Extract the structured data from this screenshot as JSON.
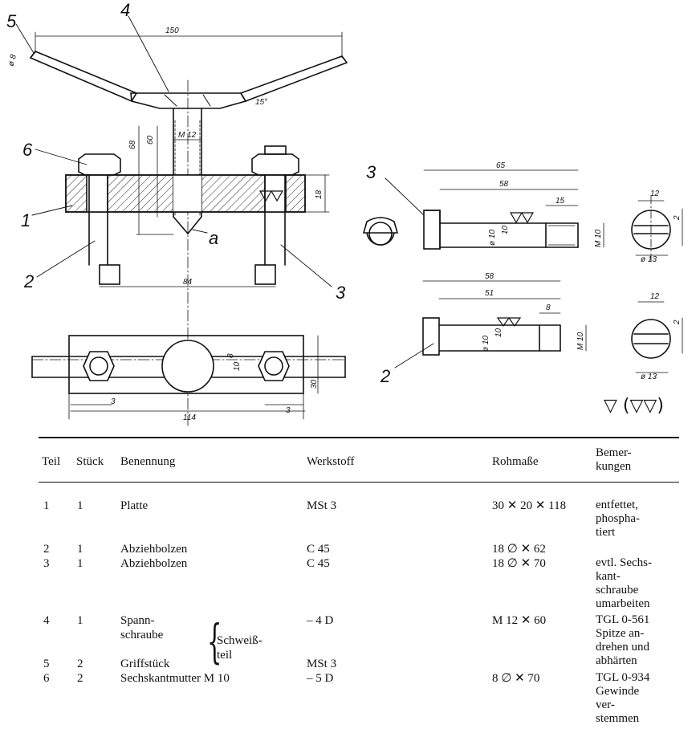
{
  "drawing": {
    "part_numbers": [
      "1",
      "2",
      "3",
      "4",
      "5",
      "6",
      "a",
      "3",
      "2"
    ],
    "dimensions": {
      "d150": "150",
      "d8a": "ø 8",
      "d15deg": "15°",
      "m12": "M 12",
      "d68": "68",
      "d60": "60",
      "d18": "18",
      "d84": "84",
      "d30": "30",
      "d114": "114",
      "d3a": "3",
      "d3b": "3",
      "d10a": "10",
      "d8b": "8",
      "d65": "65",
      "d58a": "58",
      "d15b": "15",
      "phi10a": "ø 10",
      "f10a": "10",
      "m10a": "M 10",
      "d12a": "12",
      "d2a": "2",
      "phi13a": "ø 13",
      "d58b": "58",
      "d51": "51",
      "d8c": "8",
      "phi10b": "ø 10",
      "f10b": "10",
      "m10b": "M 10",
      "d12b": "12",
      "d2b": "2",
      "phi13b": "ø 13"
    },
    "surface_legend": "▽ (▽▽)"
  },
  "table": {
    "headers": {
      "teil": "Teil",
      "stueck": "Stück",
      "benennung": "Benennung",
      "werkstoff": "Werkstoff",
      "rohmasse": "Rohmaße",
      "bemerkungen": "Bemer-\nkungen"
    },
    "rows": [
      {
        "teil": "1",
        "stueck": "1",
        "benennung": "Platte",
        "werkstoff": "MSt 3",
        "rohmasse": "30 ✕ 20 ✕ 118",
        "bemerkungen": "entfettet,\nphospha-\ntiert"
      },
      {
        "teil": "2",
        "stueck": "1",
        "benennung": "Abziehbolzen",
        "werkstoff": "C 45",
        "rohmasse": "18 ∅ ✕ 62",
        "bemerkungen": ""
      },
      {
        "teil": "3",
        "stueck": "1",
        "benennung": "Abziehbolzen",
        "werkstoff": "C 45",
        "rohmasse": "18 ∅ ✕ 70",
        "bemerkungen": "evtl. Sechs-\nkant-\nschraube\numarbeiten"
      },
      {
        "teil": "4",
        "stueck": "1",
        "benennung": "Spann-\nschraube",
        "werkstoff": "– 4 D",
        "rohmasse": "M 12 ✕ 60",
        "bemerkungen": "TGL 0-561\nSpitze an-\ndrehen und\nabhärten"
      },
      {
        "teil": "5",
        "stueck": "2",
        "benennung": "Griffstück",
        "werkstoff": "MSt 3",
        "rohmasse": "",
        "bemerkungen": ""
      },
      {
        "teil": "6",
        "stueck": "2",
        "benennung": "Sechskantmutter M 10",
        "werkstoff": "– 5 D",
        "rohmasse": "8 ∅ ✕ 70",
        "bemerkungen": "TGL 0-934\nGewinde\nver-\nstemmen"
      }
    ],
    "weld_note": "Schweiß-\nteil"
  }
}
